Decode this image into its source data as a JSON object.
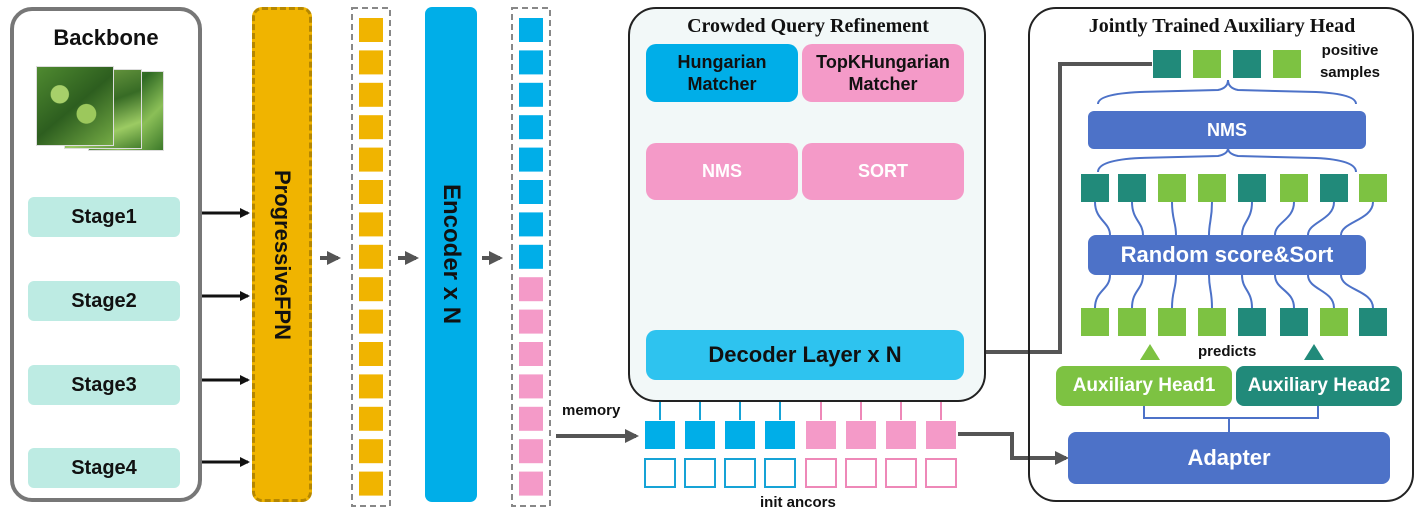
{
  "backbone": {
    "title": "Backbone",
    "stages": [
      "Stage1",
      "Stage2",
      "Stage3",
      "Stage4"
    ]
  },
  "fpn": {
    "label": "ProgressiveFPN"
  },
  "encoder": {
    "label": "Encoder x N"
  },
  "refinement": {
    "title": "Crowded Query Refinement",
    "hungarian": "Hungarian Matcher",
    "topk": "TopKHungarian Matcher",
    "nms": "NMS",
    "sort": "SORT",
    "decoder": "Decoder Layer x N"
  },
  "memory_label": "memory",
  "init_label": "init ancors",
  "aux": {
    "title": "Jointly Trained Auxiliary Head",
    "positive": "positive samples",
    "nms": "NMS",
    "random": "Random score&Sort",
    "predicts": "predicts",
    "head1": "Auxiliary Head1",
    "head2": "Auxiliary Head2",
    "adapter": "Adapter"
  },
  "colors": {
    "yellow": "#f0b400",
    "blue": "#00aee8",
    "pink": "#f49ac8",
    "light_blue": "#2ec3ef",
    "dark_teal": "#218a7a",
    "green": "#7dc242",
    "indigo": "#4d72c8",
    "stage_bg": "#bdebe3"
  }
}
